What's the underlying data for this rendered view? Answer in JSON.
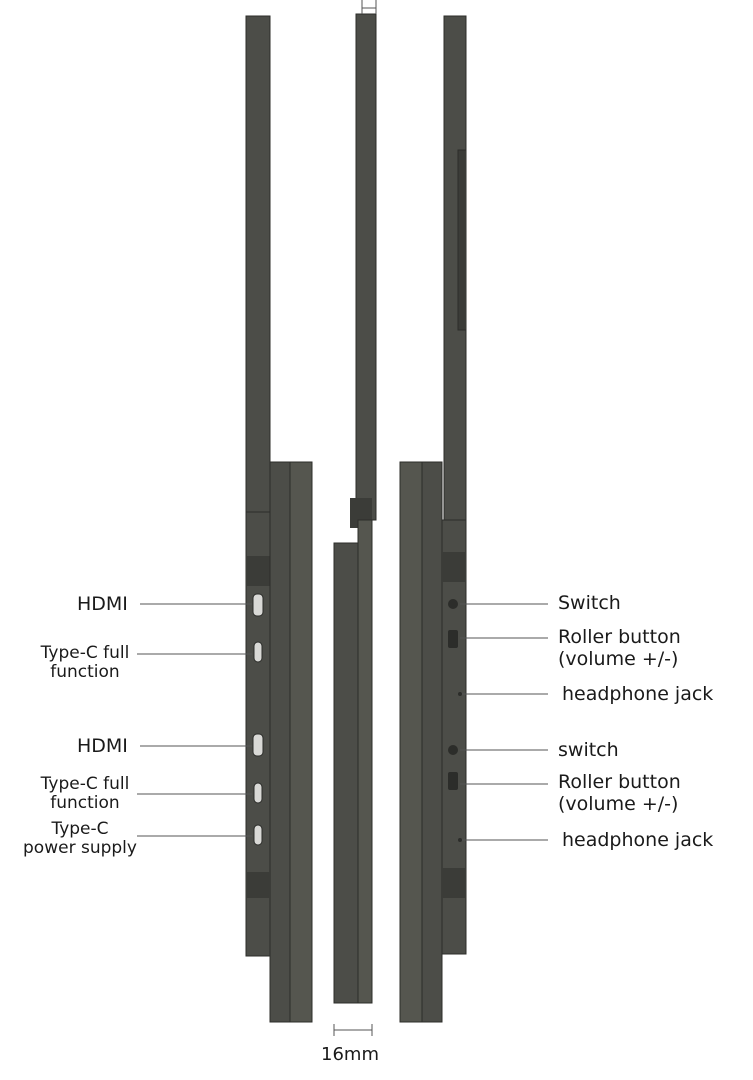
{
  "colors": {
    "body": "#4c4d48",
    "body_dark": "#3b3c38",
    "edge": "#2c2d2a",
    "port": "#d9d9d6",
    "line": "#555555",
    "text": "#1a1a1a"
  },
  "labels": {
    "left": {
      "hdmi_1": "HDMI",
      "typec_full_1_line1": "Type-C full",
      "typec_full_1_line2": "function",
      "hdmi_2": "HDMI",
      "typec_full_2_line1": "Type-C full",
      "typec_full_2_line2": "function",
      "typec_power_line1": "Type-C",
      "typec_power_line2": "power supply"
    },
    "right": {
      "switch_1": "Switch",
      "roller_1_line1": "Roller button",
      "roller_1_line2": "(volume +/-)",
      "headphone_1": "headphone jack",
      "switch_2": "switch",
      "roller_2_line1": "Roller button",
      "roller_2_line2": "(volume +/-)",
      "headphone_2": "headphone jack"
    },
    "thickness": "16mm"
  },
  "icons": {
    "hdmi_port": "hdmi-port-icon",
    "typec_port": "usb-c-port-icon",
    "switch": "power-switch-icon",
    "roller": "roller-button-icon",
    "headphone": "headphone-jack-icon"
  }
}
